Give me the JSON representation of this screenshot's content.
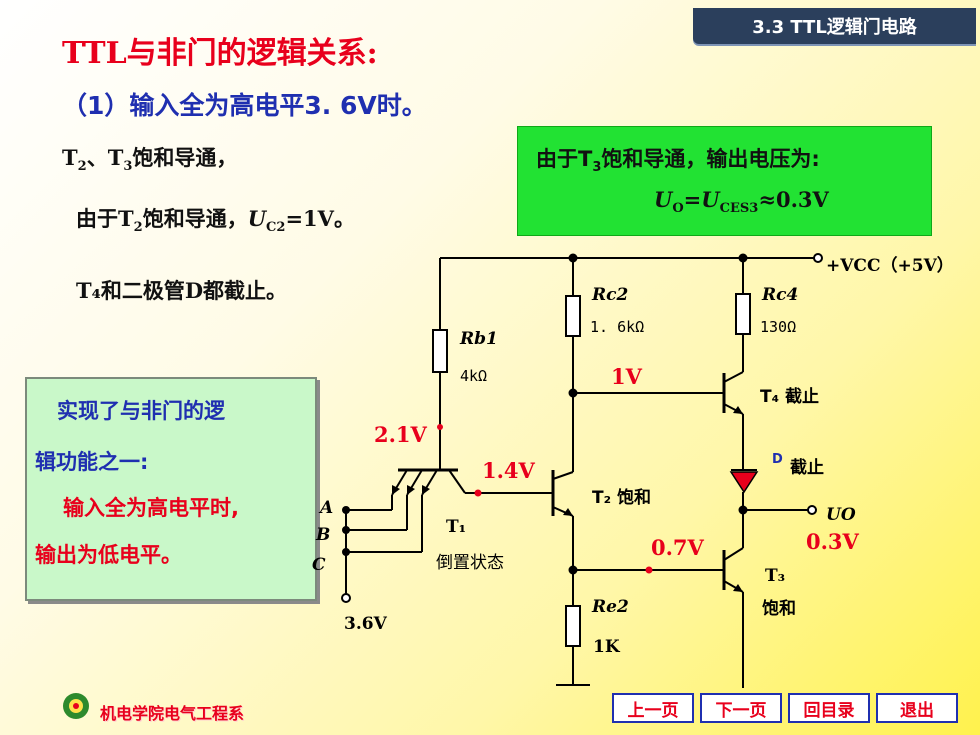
{
  "header": {
    "section": "3.3 TTL逻辑门电路"
  },
  "title": "TTL与非门的逻辑关系:",
  "case1": "（1）输入全为高电平3. 6V时。",
  "lines": {
    "t23_a": "T",
    "t23_s1": "2",
    "t23_b": "、T",
    "t23_s2": "3",
    "t23_c": "饱和导通，",
    "uc2_a": "由于T",
    "uc2_s": "2",
    "uc2_b": "饱和导通，",
    "uc2_u": "U",
    "uc2_us": "C2",
    "uc2_c": "=1V。",
    "t4": "T₄和二极管D都截止。"
  },
  "green_box": {
    "l1_a": "由于T",
    "l1_s": "3",
    "l1_b": "饱和导通，输出电压为:",
    "l2_u": "U",
    "l2_s1": "O",
    "l2_eq": "=",
    "l2_u2": "U",
    "l2_s2": "CES3",
    "l2_val": "≈0.3V"
  },
  "summary": {
    "l1": "实现了与非门的逻",
    "l2": "辑功能之一:",
    "l3": "输入全为高电平时,",
    "l4": "输出为低电平。"
  },
  "circuit": {
    "vcc": "+VCC（+5V）",
    "rc2": "Rc2",
    "rc2_val": "1. 6kΩ",
    "rc4": "Rc4",
    "rc4_val": "130Ω",
    "rb1": "Rb1",
    "rb1_val": "4kΩ",
    "v_1v": "1V",
    "t4": "T₄ 截止",
    "v_2_1": "2.1V",
    "d": "D",
    "d_state": "截止",
    "v_1_4": "1.4V",
    "t2": "T₂ 饱和",
    "uo": "UO",
    "in_a": "A",
    "in_b": "B",
    "in_c": "C",
    "t1": "T₁",
    "t1_state": "倒置状态",
    "v_0_7": "0.7V",
    "v_0_3": "0.3V",
    "t3": "T₃",
    "t3_state": "饱和",
    "v_3_6": "3.6V",
    "re2": "Re2",
    "re2_val": "1K"
  },
  "footer": {
    "org": "机电学院电气工程系",
    "nav": [
      "上一页",
      "下一页",
      "回目录",
      "退出"
    ]
  },
  "colors": {
    "red": "#e8001c",
    "blue": "#1f2fb0",
    "green": "#22e233",
    "summary_bg": "#c9f8c9",
    "tag_bg": "#2b3f5c"
  }
}
